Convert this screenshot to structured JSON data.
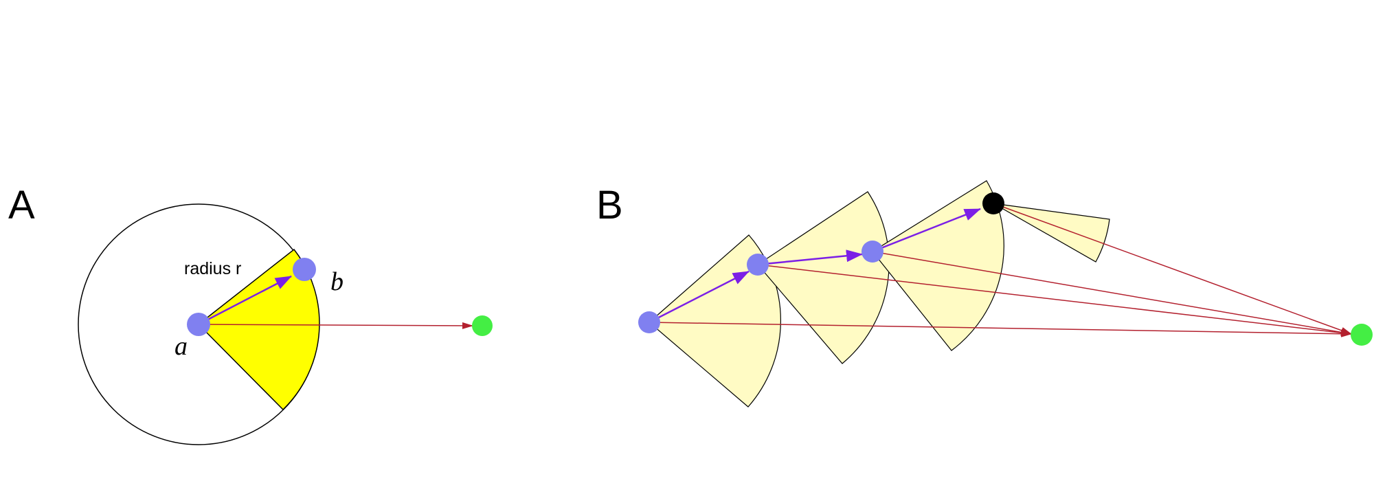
{
  "panel_a": {
    "letter": "A",
    "radius_label": "radius r",
    "point_a_label": "a",
    "point_b_label": "b"
  },
  "panel_b": {
    "letter": "B"
  },
  "colors": {
    "circle_stroke": "#000000",
    "sector_fill_a": "#ffff00",
    "sector_fill_b": "#fffbc4",
    "node": "#8080f0",
    "target": "#44ee44",
    "final_node": "#000000",
    "step_arrow": "#7b1fe6",
    "goal_arrow": "#b3202e"
  },
  "icons": {
    "node": "circle-node-icon",
    "target": "circle-target-icon",
    "arrow": "arrowhead-icon"
  }
}
